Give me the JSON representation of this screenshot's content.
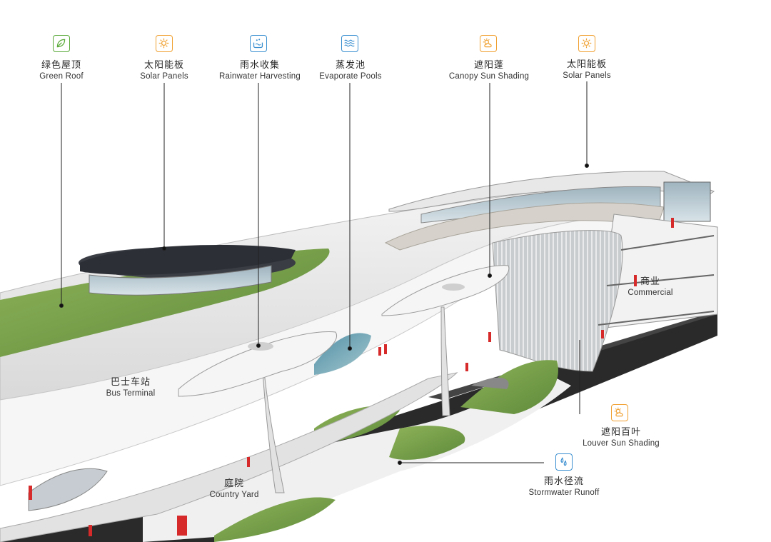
{
  "top_labels": [
    {
      "id": "green-roof",
      "zh": "绿色屋顶",
      "en": "Green Roof",
      "icon": "leaf-icon",
      "color": "#5aaa3a"
    },
    {
      "id": "solar-panels-1",
      "zh": "太阳能板",
      "en": "Solar Panels",
      "icon": "sun-icon",
      "color": "#f0a030"
    },
    {
      "id": "rainwater-harvesting",
      "zh": "雨水收集",
      "en": "Rainwater Harvesting",
      "icon": "water-collect-icon",
      "color": "#3a8fd0"
    },
    {
      "id": "evaporate-pools",
      "zh": "蒸发池",
      "en": "Evaporate Pools",
      "icon": "waves-icon",
      "color": "#3a8fd0"
    },
    {
      "id": "canopy-sun-shading",
      "zh": "遮阳蓬",
      "en": "Canopy Sun Shading",
      "icon": "sun-cloud-icon",
      "color": "#f0a030"
    },
    {
      "id": "solar-panels-2",
      "zh": "太阳能板",
      "en": "Solar Panels",
      "icon": "sun-icon",
      "color": "#f0a030"
    }
  ],
  "side_labels": [
    {
      "id": "louver-sun-shading",
      "zh": "遮阳百叶",
      "en": "Louver Sun Shading",
      "icon": "sun-cloud-icon",
      "color": "#f0a030"
    },
    {
      "id": "stormwater-runoff",
      "zh": "雨水径流",
      "en": "Stormwater Runoff",
      "icon": "droplets-icon",
      "color": "#3a8fd0"
    }
  ],
  "inline_labels": [
    {
      "id": "bus-terminal",
      "zh": "巴士车站",
      "en": "Bus Terminal"
    },
    {
      "id": "commercial",
      "zh": "商业",
      "en": "Commercial"
    },
    {
      "id": "country-yard",
      "zh": "庭院",
      "en": "Country Yard"
    }
  ]
}
